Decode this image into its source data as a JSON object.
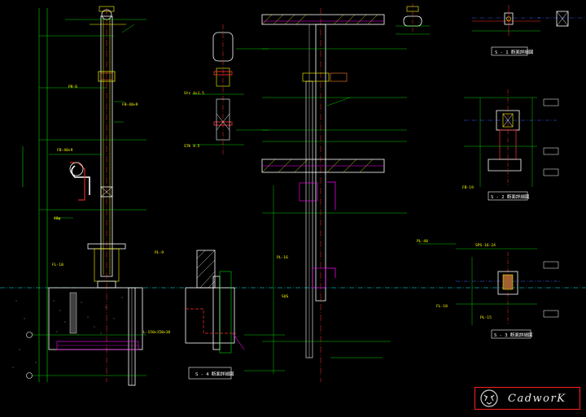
{
  "drawing": {
    "background": "#000000",
    "colors": {
      "structure": "#ffffff",
      "detail": "#ffff00",
      "dim": "#00ff00",
      "hatch": "#ff00ff",
      "cyan": "#00ffff",
      "red": "#ff3030",
      "blue": "#4060ff"
    }
  },
  "section_titles": {
    "s1": "S - 1  断面詳細図",
    "s2": "S - 2  断面詳細図",
    "s3": "S - 3  断面詳細図",
    "s4": "S - 4  断面詳細図"
  },
  "labels": {
    "p1": "P8-6",
    "p2": "FB-40×9",
    "p3": "40φ",
    "p4": "FB-40×9",
    "p5": "PL-16",
    "p6": "PL-9",
    "p7": "FL-10",
    "p8": "SUS",
    "p9": "L-150×150×10",
    "p10": "Sts 4×1.5",
    "p11": "STK 4.5",
    "p12": "FB-19",
    "p13": "PL-40",
    "p14": "FL-10",
    "p15": "PL-15",
    "p16": "SPS-16-24"
  },
  "brand": {
    "name": "CadworK",
    "icon": "tiger-mark-icon"
  }
}
